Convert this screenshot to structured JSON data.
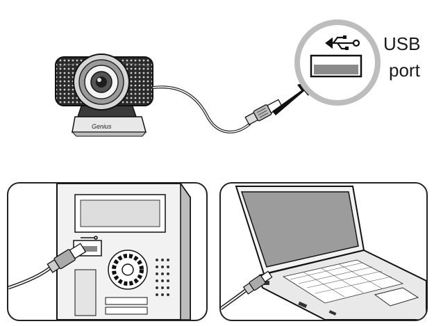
{
  "callout": {
    "line1": "USB",
    "line2": "port"
  },
  "webcam": {
    "brand": "Genius"
  }
}
